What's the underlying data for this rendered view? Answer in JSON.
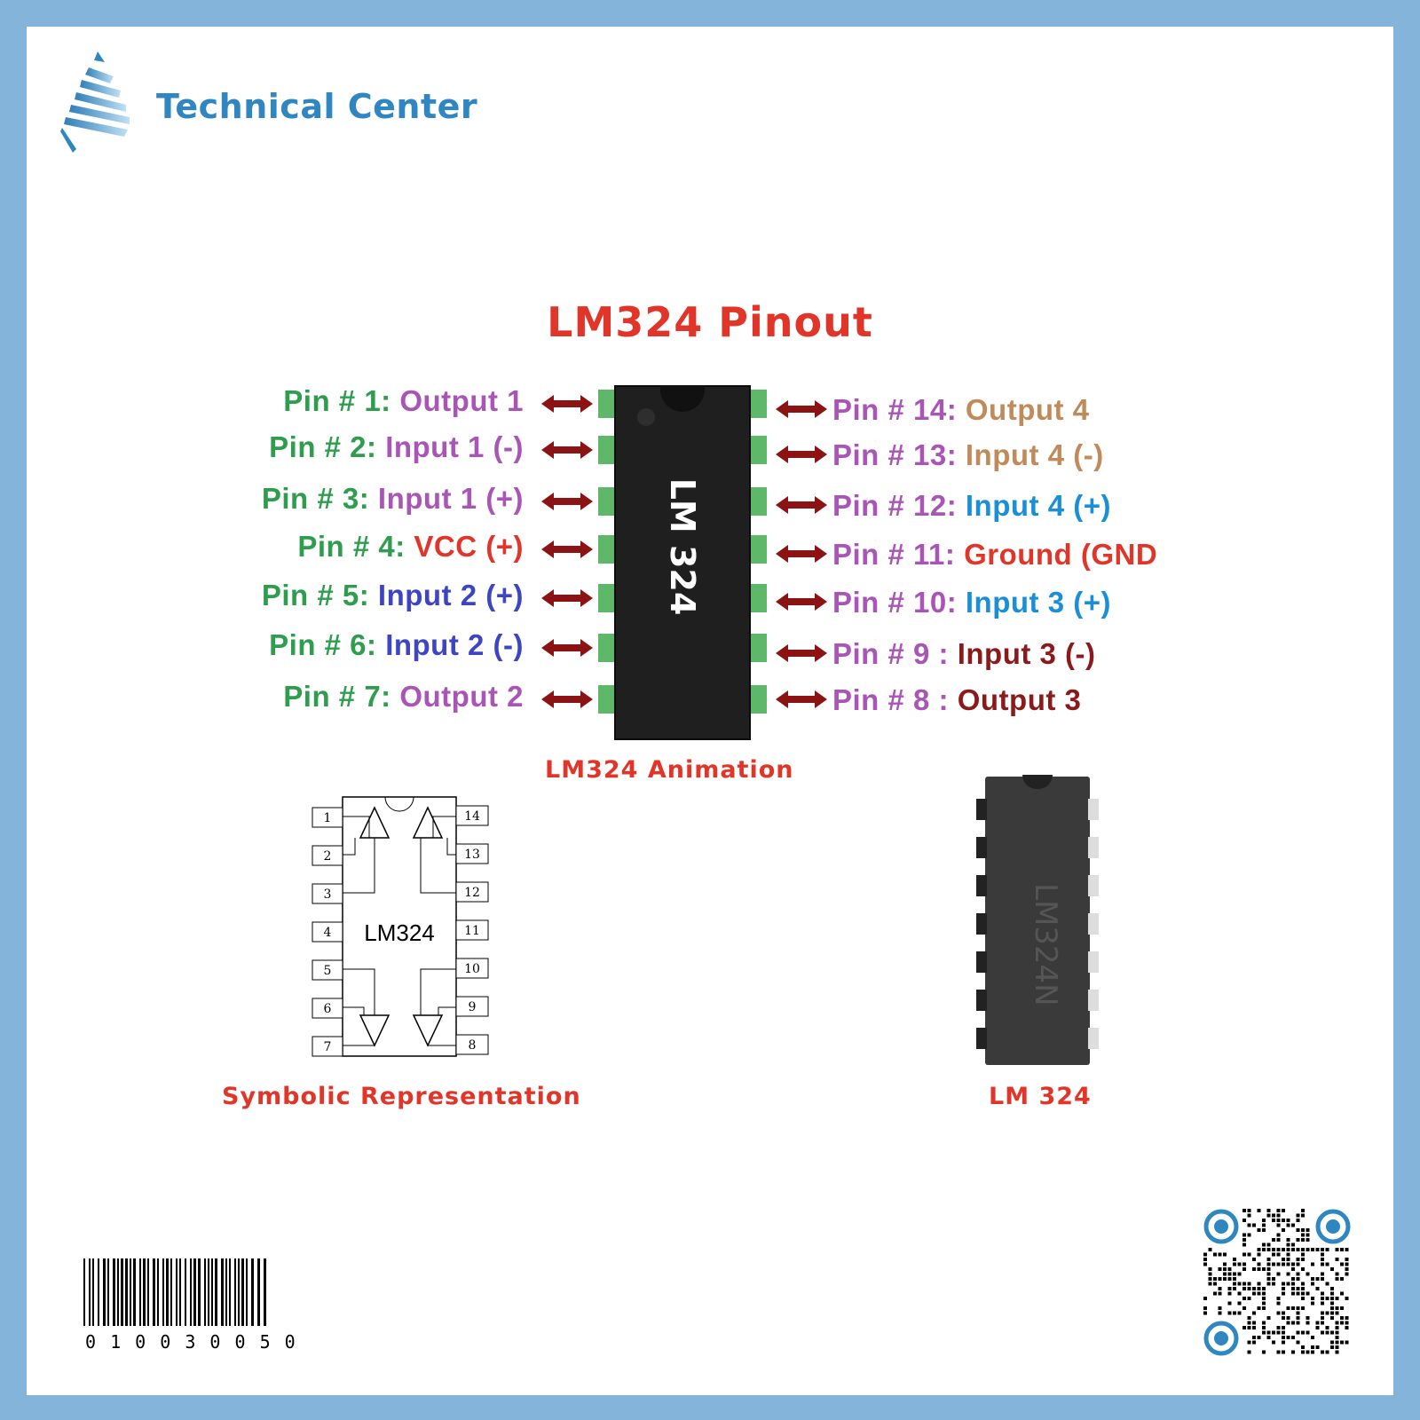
{
  "brand": {
    "name": "Technical Center"
  },
  "title": "LM324 Pinout",
  "colors": {
    "green": "#2e9e4e",
    "purple": "#a855b5",
    "tan": "#c08a5a",
    "blue": "#1a8fd8",
    "red": "#e2352a",
    "darkred": "#8b1a1a",
    "indigo": "#3d45c2",
    "arrow": "#8b1313"
  },
  "left_pins": [
    {
      "label": "Pin # 1: ",
      "name": "Output 1",
      "color": "purple"
    },
    {
      "label": "Pin # 2: ",
      "name": "Input 1 (-)",
      "color": "purple"
    },
    {
      "label": "Pin # 3: ",
      "name": "Input 1 (+)",
      "color": "purple"
    },
    {
      "label": "Pin # 4: ",
      "name": "VCC (+)",
      "color": "red"
    },
    {
      "label": "Pin # 5: ",
      "name": "Input 2 (+)",
      "color": "indigo"
    },
    {
      "label": "Pin # 6: ",
      "name": "Input 2 (-)",
      "color": "indigo"
    },
    {
      "label": "Pin # 7: ",
      "name": "Output 2",
      "color": "purple"
    }
  ],
  "right_pins": [
    {
      "label": "Pin # 14: ",
      "name": "Output 4",
      "color": "tan"
    },
    {
      "label": "Pin # 13: ",
      "name": "Input 4 (-)",
      "color": "tan"
    },
    {
      "label": "Pin # 12: ",
      "name": "Input 4 (+)",
      "color": "blue"
    },
    {
      "label": "Pin # 11: ",
      "name": "Ground (GND",
      "color": "red"
    },
    {
      "label": "Pin # 10: ",
      "name": "Input 3 (+)",
      "color": "blue"
    },
    {
      "label": "Pin #  9 : ",
      "name": "Input 3 (-)",
      "color": "darkred"
    },
    {
      "label": "Pin #  8 : ",
      "name": "Output 3",
      "color": "darkred"
    }
  ],
  "chip_label": "LM 324",
  "animation_caption": "LM324 Animation",
  "symbolic": {
    "caption": "Symbolic Representation",
    "ic_label": "LM324",
    "left_numbers": [
      "1",
      "2",
      "3",
      "4",
      "5",
      "6",
      "7"
    ],
    "right_numbers": [
      "14",
      "13",
      "12",
      "11",
      "10",
      "9",
      "8"
    ]
  },
  "photo": {
    "caption": "LM 324",
    "marking": "LM324N"
  },
  "barcode": {
    "digits": "0 1 0 0 3 0 0 5 0"
  }
}
